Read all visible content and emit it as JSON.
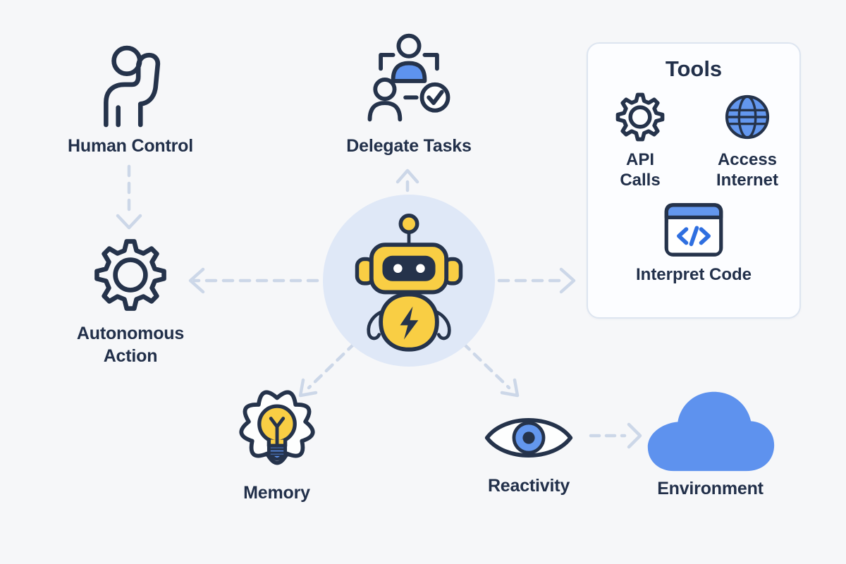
{
  "nodes": {
    "human_control": {
      "label": "Human Control",
      "icon": "person-raising-hand-icon"
    },
    "delegate_tasks": {
      "label": "Delegate Tasks",
      "icon": "team-check-icon"
    },
    "autonomous_action": {
      "label": "Autonomous Action",
      "icon": "gear-icon"
    },
    "memory": {
      "label": "Memory",
      "icon": "brain-lightbulb-icon"
    },
    "reactivity": {
      "label": "Reactivity",
      "icon": "eye-icon"
    },
    "environment": {
      "label": "Environment",
      "icon": "cloud-icon"
    }
  },
  "tools_panel": {
    "title": "Tools",
    "items": [
      {
        "label": "API Calls",
        "icon": "gear-icon"
      },
      {
        "label": "Access Internet",
        "icon": "globe-icon"
      },
      {
        "label": "Interpret Code",
        "icon": "code-window-icon"
      }
    ]
  },
  "center": {
    "icon": "robot-icon"
  },
  "colors": {
    "background": "#f6f7f9",
    "text_navy": "#22304a",
    "stroke_navy": "#25334b",
    "accent_yellow": "#f9ce44",
    "accent_blue": "#5e93ee",
    "code_blue": "#2f6fe0",
    "agent_circle": "#dfe8f7",
    "arrow": "#ccd7e8",
    "panel_border": "#dde5f0",
    "panel_bg": "#fcfdff"
  }
}
